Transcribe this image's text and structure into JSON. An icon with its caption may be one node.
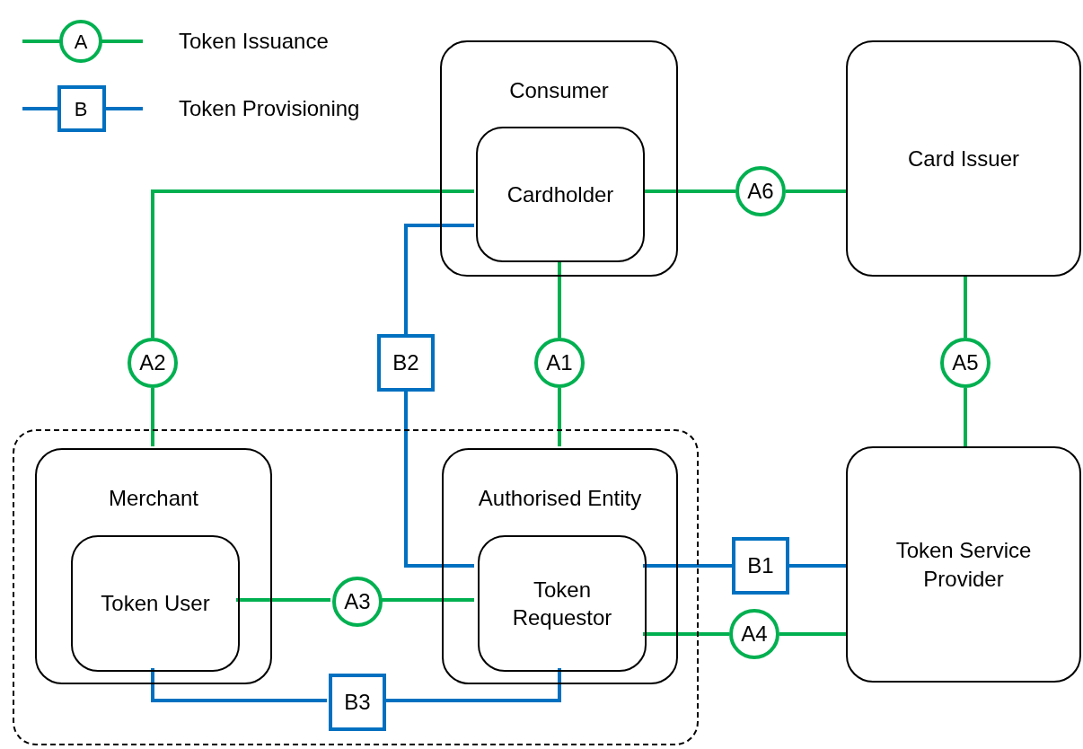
{
  "diagram": {
    "nodes": [
      {
        "text": [
          "Consumer"
        ]
      },
      {
        "text": [
          "Cardholder"
        ],
        "in": 0
      },
      {
        "text": [
          "Card Issuer"
        ]
      },
      {
        "text": [
          "A6"
        ]
      },
      {
        "text": [
          "A2"
        ]
      },
      {
        "text": [
          "B2"
        ]
      },
      {
        "text": [
          "A1"
        ]
      },
      {
        "text": [
          "A5"
        ]
      },
      {
        "text": [],
        "shape": "box"
      },
      {
        "text": [
          "Merchant"
        ],
        "in": 8
      },
      {
        "text": [
          "Token User"
        ],
        "in": 9
      },
      {
        "text": [
          "Authorised Entity"
        ],
        "in": 8
      },
      {
        "text": [
          "Token Requestor"
        ],
        "in": 11
      },
      {
        "text": [
          "B1"
        ]
      },
      {
        "text": [
          "Token Service Provider"
        ]
      },
      {
        "text": [
          "A3"
        ],
        "in": 8
      },
      {
        "text": [
          "A4"
        ]
      },
      {
        "text": [
          "B3"
        ],
        "in": 8
      }
    ],
    "edges": [
      {
        "from": 1,
        "to": 3,
        "arrow": "none"
      },
      {
        "from": 3,
        "to": 2,
        "arrow": "none"
      },
      {
        "from": 1,
        "to": 4,
        "arrow": "none"
      },
      {
        "from": 4,
        "to": 9,
        "arrow": "none"
      },
      {
        "from": 1,
        "to": 5,
        "arrow": "none",
        "color": "#0070c0"
      },
      {
        "from": 5,
        "to": 12,
        "arrow": "none",
        "color": "#0070c0"
      },
      {
        "from": 1,
        "to": 6,
        "arrow": "none"
      },
      {
        "from": 6,
        "to": 11,
        "arrow": "none"
      },
      {
        "from": 2,
        "to": 7,
        "arrow": "none"
      },
      {
        "from": 7,
        "to": 14,
        "arrow": "none"
      },
      {
        "from": 12,
        "to": 13,
        "arrow": "none",
        "color": "#0070c0"
      },
      {
        "from": 13,
        "to": 14,
        "arrow": "none",
        "color": "#0070c0"
      },
      {
        "from": 10,
        "to": 15,
        "arrow": "none"
      },
      {
        "from": 15,
        "to": 12,
        "arrow": "none"
      },
      {
        "from": 12,
        "to": 16,
        "arrow": "none"
      },
      {
        "from": 16,
        "to": 14,
        "arrow": "none"
      },
      {
        "from": 10,
        "to": 17,
        "arrow": "none",
        "color": "#0070c0"
      },
      {
        "from": 17,
        "to": 12,
        "arrow": "none",
        "color": "#0070c0"
      }
    ],
    "labels": [
      "A",
      "B"
    ],
    "legend": [
      {
        "text": "Token Issuance"
      },
      {
        "text": "Token Provisioning"
      }
    ]
  }
}
